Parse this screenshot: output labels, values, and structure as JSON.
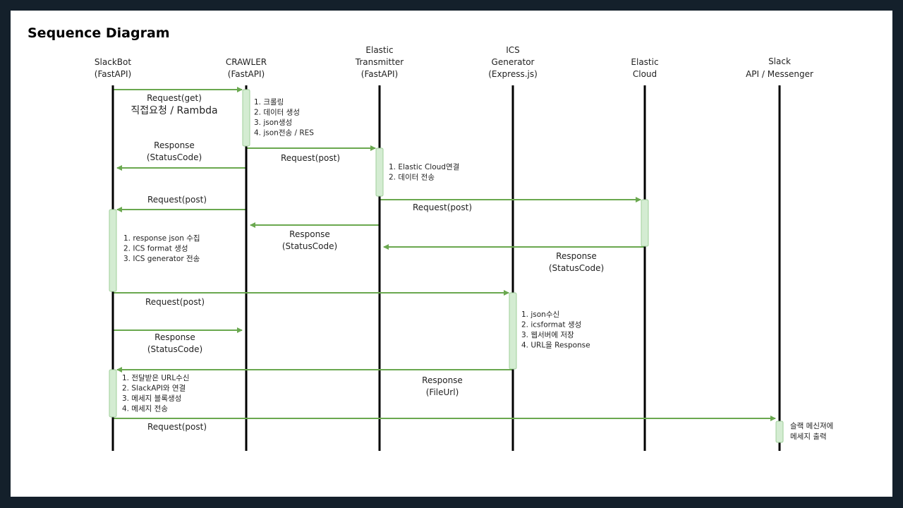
{
  "title": "Sequence Diagram",
  "colors": {
    "lifeline": "#000000",
    "arrow": "#6aa84f",
    "activation_fill": "#d4ecd2",
    "activation_stroke": "#9fcf9a",
    "frame": "#14202b"
  },
  "participants": [
    {
      "id": "slackbot",
      "lines": [
        "SlackBot",
        "(FastAPI)"
      ]
    },
    {
      "id": "crawler",
      "lines": [
        "CRAWLER",
        "(FastAPI)"
      ]
    },
    {
      "id": "transmitter",
      "lines": [
        "Elastic",
        "Transmitter",
        "(FastAPI)"
      ]
    },
    {
      "id": "ics",
      "lines": [
        "ICS",
        "Generator",
        "(Express.js)"
      ]
    },
    {
      "id": "cloud",
      "lines": [
        "Elastic",
        "Cloud"
      ]
    },
    {
      "id": "slack",
      "lines": [
        "Slack",
        "API / Messenger"
      ]
    }
  ],
  "messages": [
    {
      "from": "slackbot",
      "to": "crawler",
      "lines": [
        "Request(get)",
        "직접요청 / Rambda"
      ]
    },
    {
      "from": "crawler",
      "to": "slackbot",
      "lines": [
        "Response",
        "(StatusCode)"
      ]
    },
    {
      "from": "crawler",
      "to": "transmitter",
      "lines": [
        "Request(post)"
      ]
    },
    {
      "from": "crawler",
      "to": "slackbot",
      "lines": [
        "Request(post)"
      ]
    },
    {
      "from": "transmitter",
      "to": "cloud",
      "lines": [
        "Request(post)"
      ]
    },
    {
      "from": "transmitter",
      "to": "crawler",
      "lines": [
        "Response",
        "(StatusCode)"
      ]
    },
    {
      "from": "cloud",
      "to": "transmitter",
      "lines": [
        "Response",
        "(StatusCode)"
      ]
    },
    {
      "from": "slackbot",
      "to": "ics",
      "lines": [
        "Request(post)"
      ]
    },
    {
      "from": "slackbot",
      "to": "crawler",
      "lines": [
        "Response",
        "(StatusCode)"
      ]
    },
    {
      "from": "ics",
      "to": "slackbot",
      "lines": [
        "Response",
        "(FileUrl)"
      ]
    },
    {
      "from": "slackbot",
      "to": "slack",
      "lines": [
        "Request(post)"
      ]
    }
  ],
  "notes": [
    {
      "participant": "crawler",
      "lines": [
        "1. 크롤링",
        "2. 데이터 생성",
        "3. json생성",
        "4. json전송 / RES"
      ]
    },
    {
      "participant": "transmitter",
      "lines": [
        "1. Elastic Cloud연결",
        "2. 데이터 전송"
      ]
    },
    {
      "participant": "slackbot",
      "lines": [
        "1. response json 수집",
        "2. ICS format 생성",
        "3. ICS generator 전송"
      ]
    },
    {
      "participant": "ics",
      "lines": [
        "1. json수신",
        "2. icsformat 생성",
        "3. 웹서버에 저장",
        "4. URL을 Response"
      ]
    },
    {
      "participant": "slackbot",
      "lines": [
        "1. 전달받은 URL수신",
        "2. SlackAPI와 연결",
        "3. 메세지 블록생성",
        "4. 메세지 전송"
      ]
    },
    {
      "participant": "slack",
      "lines": [
        "슬랙 메신져에",
        "메세지 출력"
      ]
    }
  ]
}
